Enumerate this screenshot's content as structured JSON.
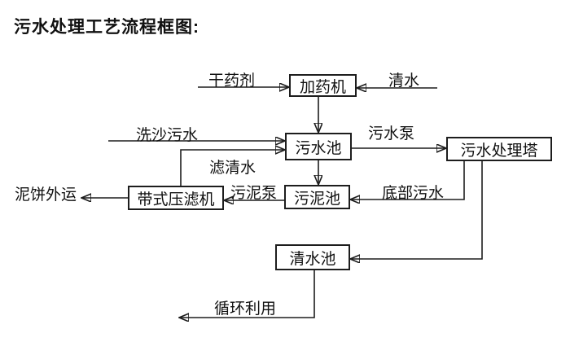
{
  "title": "污水处理工艺流程框图:",
  "diagram": {
    "nodes": {
      "dosing_machine": "加药机",
      "sewage_pool": "污水池",
      "treatment_tower": "污水处理塔",
      "sludge_pool": "污泥池",
      "belt_filter_press": "带式压滤机",
      "clean_water_pool": "清水池"
    },
    "edge_labels": {
      "dry_chemical": "干药剂",
      "clean_water": "清水",
      "sand_washing_sewage": "洗沙污水",
      "filtered_water": "滤清水",
      "sewage_pump": "污水泵",
      "bottom_sewage": "底部污水",
      "sludge_pump": "污泥泵",
      "mud_cake_out": "泥饼外运",
      "recycling": "循环利用"
    },
    "edges": [
      {
        "from": "干药剂(外部)",
        "to": "加药机",
        "label": "干药剂"
      },
      {
        "from": "清水(外部)",
        "to": "加药机",
        "label": "清水"
      },
      {
        "from": "加药机",
        "to": "污水池",
        "label": ""
      },
      {
        "from": "洗沙污水(外部)",
        "to": "污水池",
        "label": "洗沙污水"
      },
      {
        "from": "带式压滤机",
        "to": "污水池",
        "label": "滤清水"
      },
      {
        "from": "污水池",
        "to": "污水处理塔",
        "label": "污水泵"
      },
      {
        "from": "污水池",
        "to": "污泥池",
        "label": ""
      },
      {
        "from": "污水处理塔",
        "to": "污泥池",
        "label": "底部污水"
      },
      {
        "from": "污泥池",
        "to": "带式压滤机",
        "label": "污泥泵"
      },
      {
        "from": "带式压滤机",
        "to": "泥饼外运(外部)",
        "label": "泥饼外运"
      },
      {
        "from": "污水处理塔",
        "to": "清水池",
        "label": ""
      },
      {
        "from": "清水池",
        "to": "循环利用(外部)",
        "label": "循环利用"
      }
    ]
  }
}
